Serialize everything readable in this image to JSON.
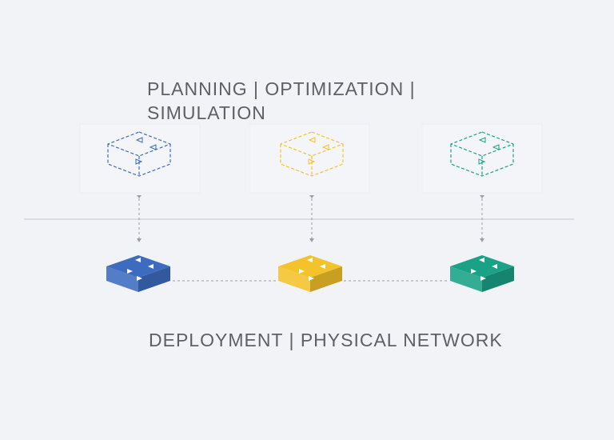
{
  "labels": {
    "virtual_layer": "PLANNING | OPTIMIZATION | SIMULATION",
    "physical_layer": "DEPLOYMENT | PHYSICAL NETWORK"
  },
  "colors": {
    "background": "#f2f3f7",
    "blue": "#3d6bbf",
    "yellow": "#f4c22a",
    "teal": "#1aa287",
    "divider": "#c3c6cc",
    "connector": "#9a9ea6",
    "text": "#5d6064"
  },
  "nodes": [
    {
      "name": "blue",
      "color_key": "blue",
      "icon": "network-switch-icon"
    },
    {
      "name": "yellow",
      "color_key": "yellow",
      "icon": "network-switch-icon"
    },
    {
      "name": "teal",
      "color_key": "teal",
      "icon": "network-switch-icon"
    }
  ]
}
